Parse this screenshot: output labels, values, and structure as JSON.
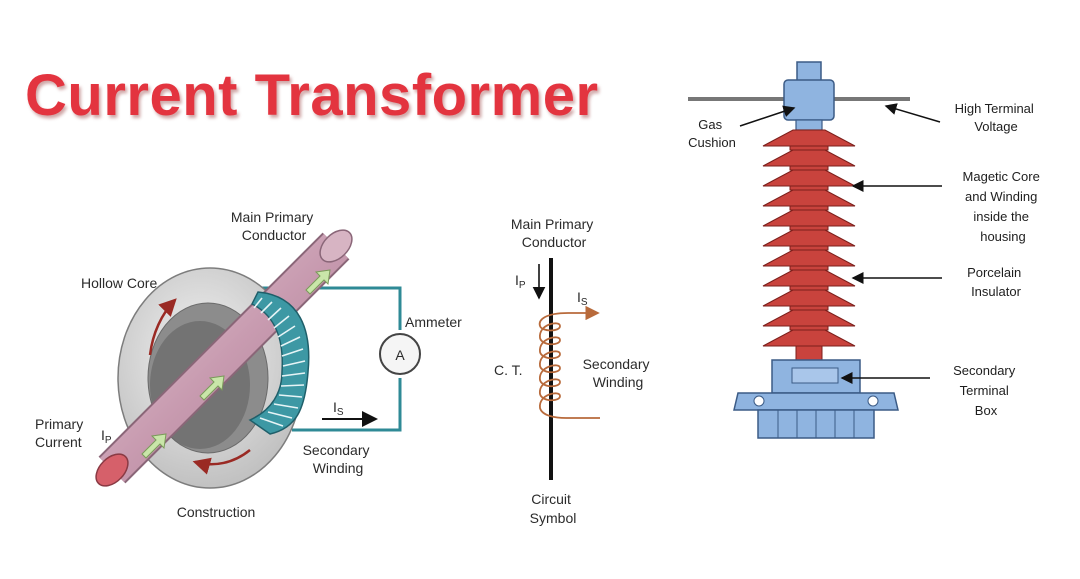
{
  "title": "Current Transformer",
  "colors": {
    "title": "#e3343f",
    "winding": "#2f8a96",
    "insulator": "#c9433d",
    "terminal_box": "#8fb4e0",
    "conductor": "#c9a3b3",
    "core": "#dcdcdc",
    "coil": "#b86a3b"
  },
  "construction": {
    "main_primary_conductor": [
      "Main Primary",
      "Conductor"
    ],
    "hollow_core": "Hollow Core",
    "ammeter": "Ammeter",
    "ammeter_symbol": "A",
    "is": "I",
    "is_sub": "S",
    "primary_current": [
      "Primary",
      "Current"
    ],
    "ip": "I",
    "ip_sub": "P",
    "secondary_winding": [
      "Secondary",
      "Winding"
    ],
    "caption": "Construction"
  },
  "symbol": {
    "main_primary_conductor": [
      "Main Primary",
      "Conductor"
    ],
    "ip": "I",
    "ip_sub": "P",
    "is": "I",
    "is_sub": "S",
    "ct": "C. T.",
    "secondary_winding": [
      "Secondary",
      "Winding"
    ],
    "caption": [
      "Circuit",
      "Symbol"
    ]
  },
  "structure": {
    "gas_cushion": [
      "Gas",
      "Cushion"
    ],
    "high_terminal_voltage": [
      "High Terminal",
      "Voltage"
    ],
    "magnetic_core": [
      "Magetic Core",
      "and Winding",
      "inside the",
      "housing"
    ],
    "porcelain_insulator": [
      "Porcelain",
      "Insulator"
    ],
    "secondary_terminal_box": [
      "Secondary",
      "Terminal",
      "Box"
    ]
  }
}
